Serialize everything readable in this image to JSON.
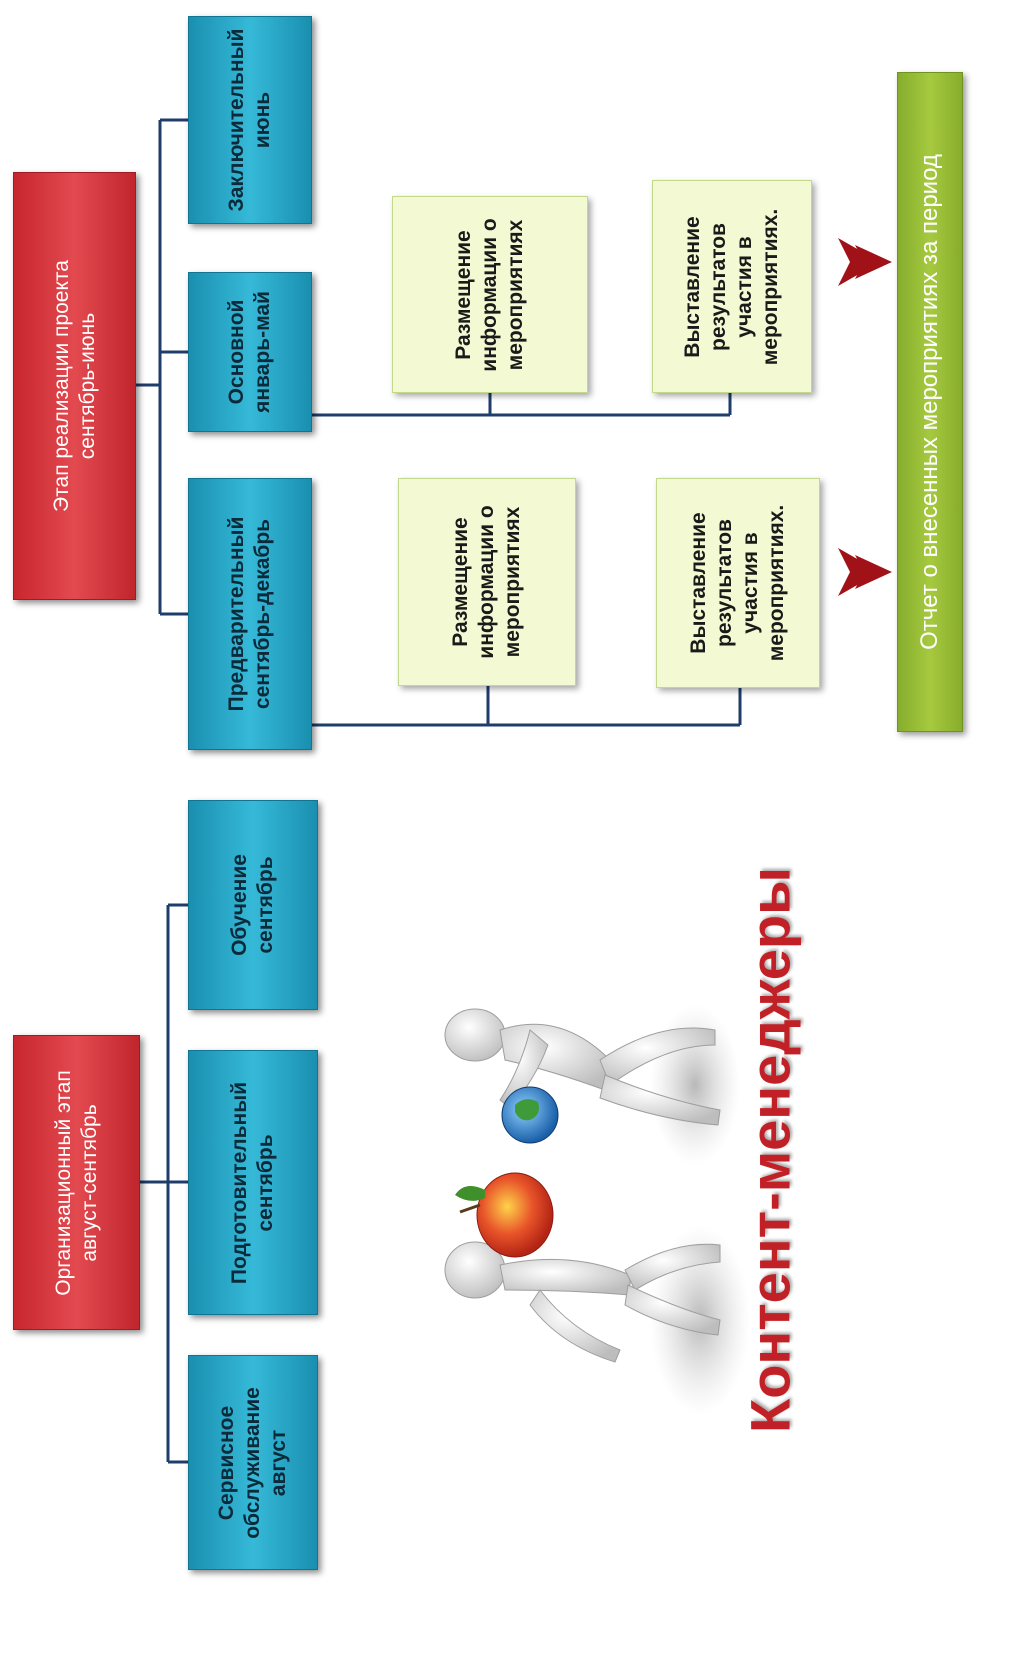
{
  "stage1": {
    "header": [
      "Организационный этап",
      "август-сентябрь"
    ],
    "phases": [
      [
        "Сервисное",
        "обслуживание",
        "август"
      ],
      [
        "Подготовительный",
        "сентябрь"
      ],
      [
        "Обучение",
        "сентябрь"
      ]
    ]
  },
  "stage2": {
    "header": [
      "Этап реализации проекта",
      "сентябрь-июнь"
    ],
    "phases": [
      [
        "Предварительный",
        "сентябрь-декабрь"
      ],
      [
        "Основной",
        "январь-май"
      ],
      [
        "Заключительный",
        "июнь"
      ]
    ],
    "preliminary_tasks": [
      [
        "Размещение",
        "информации о",
        "мероприятиях"
      ],
      [
        "Выставление",
        "результатов",
        "участия в",
        "мероприятиях."
      ]
    ],
    "main_tasks": [
      [
        "Размещение",
        "информации о",
        "мероприятиях"
      ],
      [
        "Выставление",
        "результатов",
        "участия в",
        "мероприятиях."
      ]
    ]
  },
  "report": "Отчет о внесенных мероприятиях за период",
  "title": "Контент-менеджеры",
  "colors": {
    "red": "#d63a40",
    "blue": "#2aa7c9",
    "light_green": "#f3f9d2",
    "green": "#9bbf38",
    "arrow": "#a01218",
    "connector": "#1f3d6b"
  }
}
